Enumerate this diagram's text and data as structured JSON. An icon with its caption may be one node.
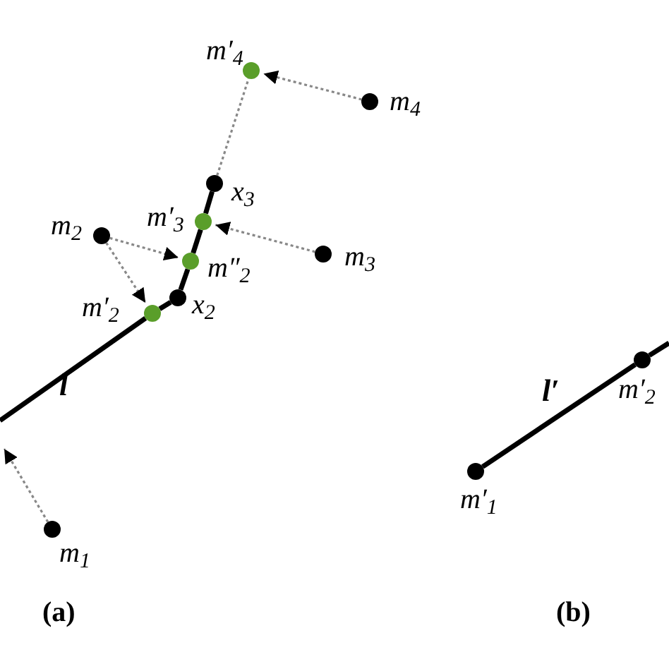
{
  "diagram": {
    "nodes": [
      {
        "text": [],
        "shape": "circle",
        "beside": [
          "m′$_{4}$"
        ]
      },
      {
        "text": [],
        "shape": "circle",
        "beside": [
          "m$_{4}$"
        ]
      },
      {
        "text": [],
        "shape": "circle",
        "beside": [
          "x$_{3}$"
        ]
      },
      {
        "text": [],
        "shape": "circle",
        "beside": [
          "m′$_{3}$"
        ]
      },
      {
        "text": [],
        "shape": "circle",
        "beside": [
          "m$_{2}$"
        ]
      },
      {
        "text": [],
        "shape": "circle",
        "beside": [
          "m″$_{2}$"
        ]
      },
      {
        "text": [],
        "shape": "circle",
        "beside": [
          "m$_{3}$"
        ]
      },
      {
        "text": [],
        "shape": "circle",
        "beside": [
          "x$_{2}$"
        ]
      },
      {
        "text": [],
        "shape": "circle",
        "beside": [
          "m′$_{2}$"
        ]
      },
      {
        "text": [],
        "shape": "circle",
        "beside": [
          "m$_{1}$"
        ]
      },
      {
        "text": [],
        "shape": "circle",
        "beside": [
          "m′$_{1}$"
        ]
      },
      {
        "text": [],
        "shape": "circle",
        "beside": [
          "m′$_{2}$"
        ]
      }
    ],
    "edges": [
      {
        "from": 1,
        "to": 0,
        "arrow": "to",
        "style": "dashed",
        "color": "#888888"
      },
      {
        "from": 2,
        "to": 0,
        "arrow": "none",
        "style": "dashed",
        "color": "#888888"
      },
      {
        "from": 6,
        "to": 3,
        "arrow": "to",
        "style": "dashed",
        "color": "#888888"
      },
      {
        "from": 4,
        "to": 5,
        "arrow": "to",
        "style": "dashed",
        "color": "#888888"
      },
      {
        "from": 4,
        "to": 8,
        "arrow": "to",
        "style": "dashed",
        "color": "#888888"
      },
      {
        "from": 9,
        "to": null,
        "arrow": "to",
        "style": "dashed",
        "color": "#888888"
      },
      {
        "from": null,
        "to": 8,
        "arrow": "none",
        "label": "l"
      },
      {
        "from": 8,
        "to": 7,
        "arrow": "none"
      },
      {
        "from": 7,
        "to": 5,
        "arrow": "none"
      },
      {
        "from": 5,
        "to": 3,
        "arrow": "none"
      },
      {
        "from": 3,
        "to": 2,
        "arrow": "none"
      },
      {
        "from": 10,
        "to": 11,
        "arrow": "none",
        "label": "l′"
      },
      {
        "from": 11,
        "to": null,
        "arrow": "none"
      }
    ],
    "labels": [
      "(a)",
      "(b)"
    ]
  }
}
